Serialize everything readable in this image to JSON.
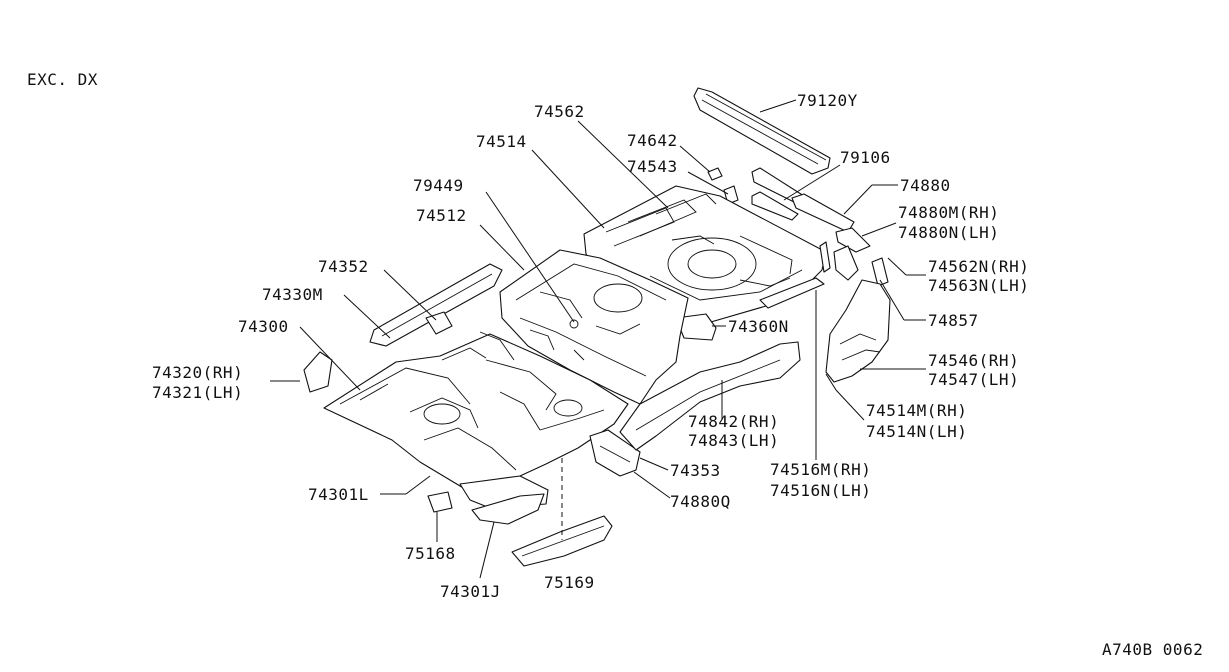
{
  "header": {
    "variant_note": "EXC. DX"
  },
  "footer": {
    "figure_code": "A740B 0062"
  },
  "callouts": {
    "c79120Y": "79120Y",
    "c74562": "74562",
    "c74642": "74642",
    "c79106": "79106",
    "c74514": "74514",
    "c74543": "74543",
    "c74880": "74880",
    "c79449": "79449",
    "c74880M": "74880M(RH)",
    "c74880N": "74880N(LH)",
    "c74512": "74512",
    "c74562N": "74562N(RH)",
    "c74563N": "74563N(LH)",
    "c74352": "74352",
    "c74330M": "74330M",
    "c74857": "74857",
    "c74300": "74300",
    "c74360N": "74360N",
    "c74320": "74320(RH)",
    "c74321": "74321(LH)",
    "c74546": "74546(RH)",
    "c74547": "74547(LH)",
    "c74514M": "74514M(RH)",
    "c74514N": "74514N(LH)",
    "c74842": "74842(RH)",
    "c74843": "74843(LH)",
    "c74353": "74353",
    "c74516M": "74516M(RH)",
    "c74516N": "74516N(LH)",
    "c74301L": "74301L",
    "c74880Q": "74880Q",
    "c75168": "75168",
    "c75169": "75169",
    "c74301J": "74301J"
  }
}
